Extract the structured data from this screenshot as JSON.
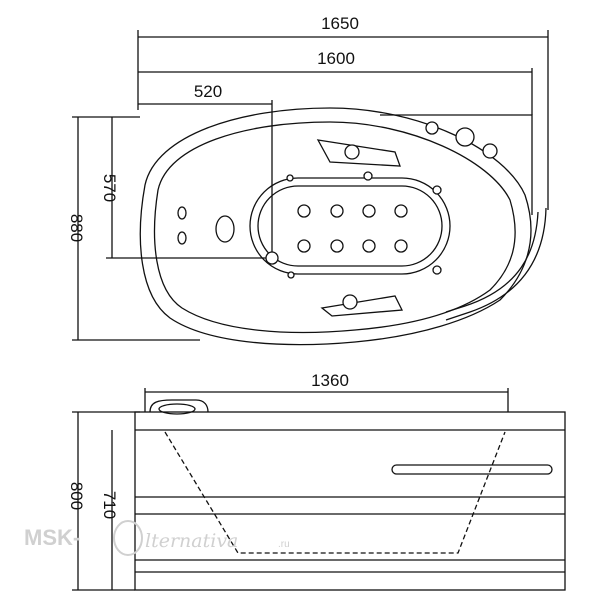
{
  "top_view": {
    "dim_total_length": "1650",
    "dim_tub_length": "1600",
    "dim_headrest_offset": "520",
    "dim_width": "880",
    "dim_inner_width": "570"
  },
  "side_view": {
    "dim_length": "1360",
    "dim_total_height": "800",
    "dim_tub_height": "710"
  },
  "watermark": {
    "left": "MSK-",
    "script": "lternativa",
    "suffix": ".ru"
  },
  "colors": {
    "line": "#111111",
    "watermark": "#d0d0d0"
  }
}
